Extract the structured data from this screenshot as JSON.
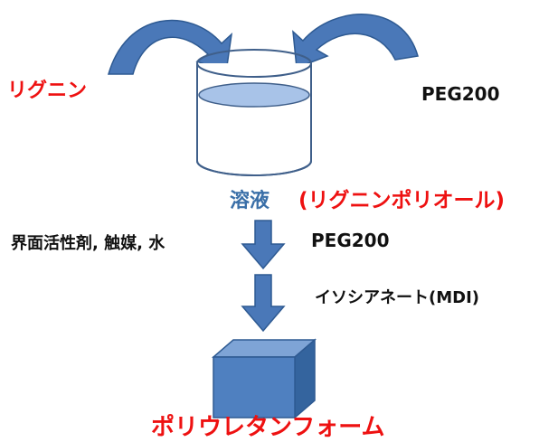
{
  "colors": {
    "accent_red": "#ee1111",
    "arrow_blue": "#4a78b8",
    "arrow_edge": "#2e5a92",
    "liquid": "#a8c3e8",
    "box_front": "#4f80c0",
    "box_top": "#7ea4d6",
    "box_side": "#34649e",
    "text_blue": "#3a6fa8"
  },
  "labels": {
    "lignin": "リグニン",
    "peg_top": "PEG200",
    "solution": "溶液",
    "lignin_polyol": "(リグニンポリオール)",
    "additives": "界面活性剤, 触媒, 水",
    "peg_mid": "PEG200",
    "isocyanate": "イソシアネート(MDI)",
    "product": "ポリウレタンフォーム"
  },
  "icons": {
    "curved_arrow_left": "curved-arrow-down-right",
    "curved_arrow_right": "curved-arrow-down-left",
    "beaker": "beaker",
    "down_arrows": "block-arrow-down",
    "product_block": "foam-block"
  }
}
